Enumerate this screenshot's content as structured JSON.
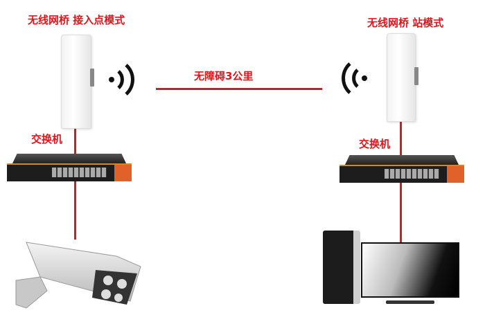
{
  "left": {
    "title": "无线网桥 接入点模式",
    "switch_label": "交换机"
  },
  "right": {
    "title": "无线网桥 站模式",
    "switch_label": "交换机"
  },
  "link": {
    "label": "无障碍3公里"
  },
  "colors": {
    "accent": "#e0161c"
  }
}
